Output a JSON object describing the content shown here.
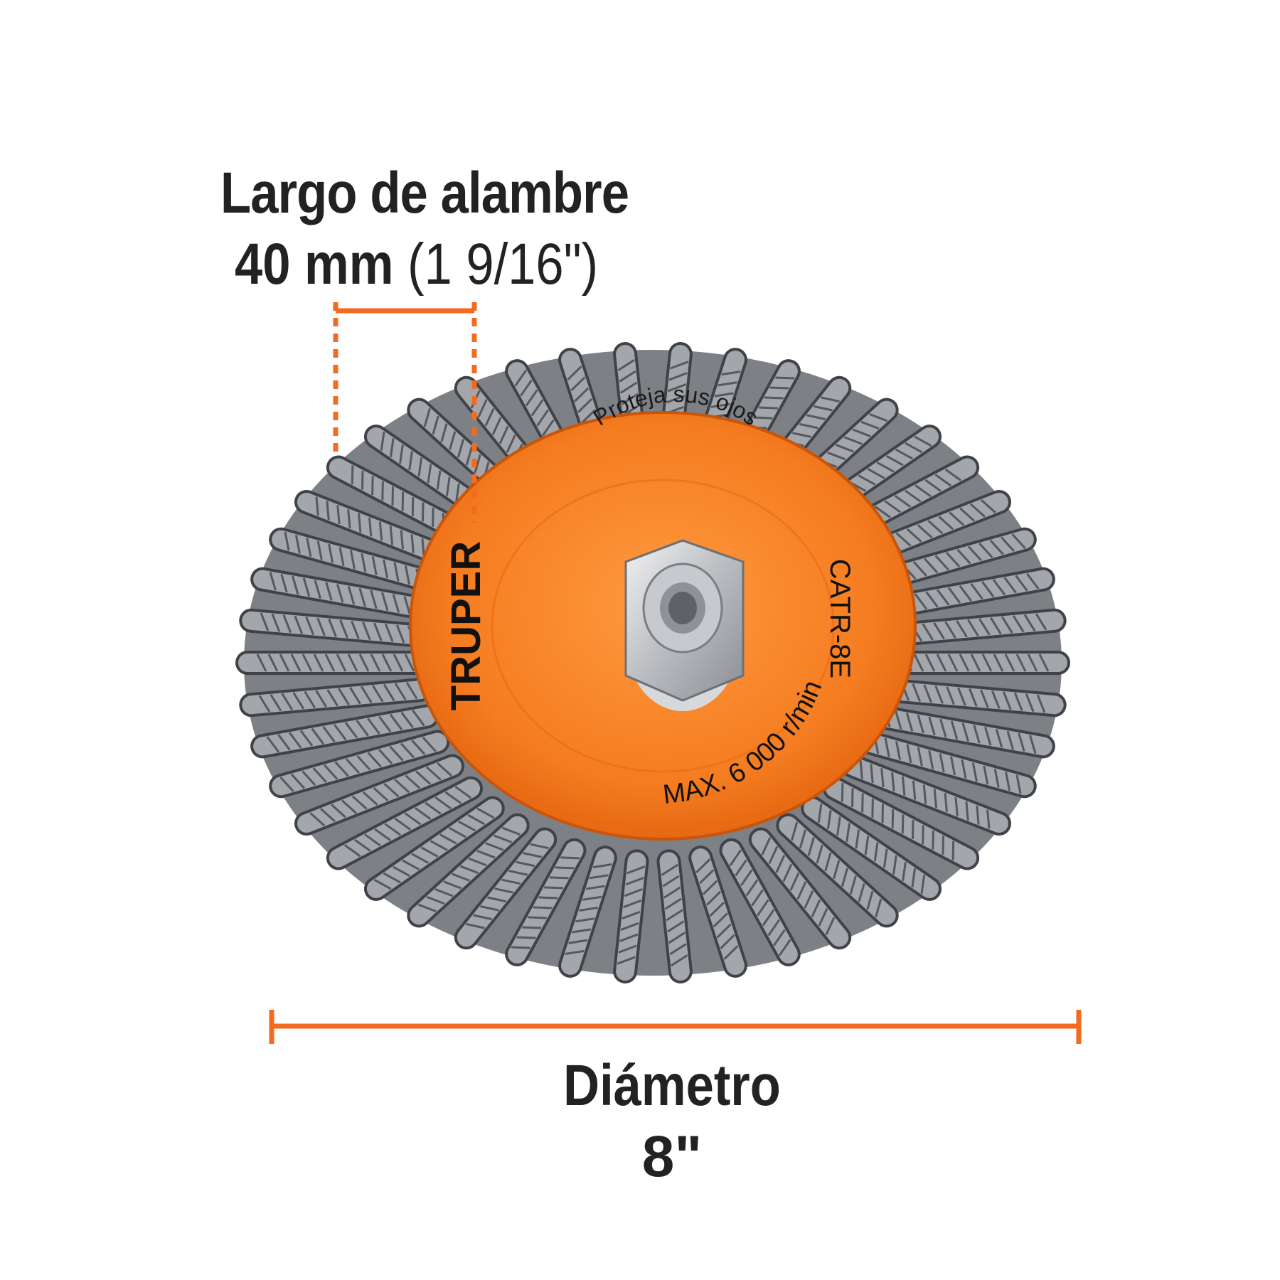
{
  "annotations": {
    "wire_length_label": "Largo de alambre",
    "wire_length_mm": "40 mm",
    "wire_length_in": "(1  9/16\")",
    "diameter_label": "Diámetro",
    "diameter_value": "8\""
  },
  "product": {
    "brand": "TRUPER",
    "model": "CATR-8E",
    "warning": "Proteja sus ojos",
    "max_speed": "MAX. 6 000 r/min"
  },
  "colors": {
    "accent": "#f36b21",
    "hub_orange": "#f57c20",
    "wire_steel": "#8a8d91",
    "text": "#222222"
  },
  "icons": [
    "wire-brush-wheel-image",
    "hex-nut-icon"
  ]
}
